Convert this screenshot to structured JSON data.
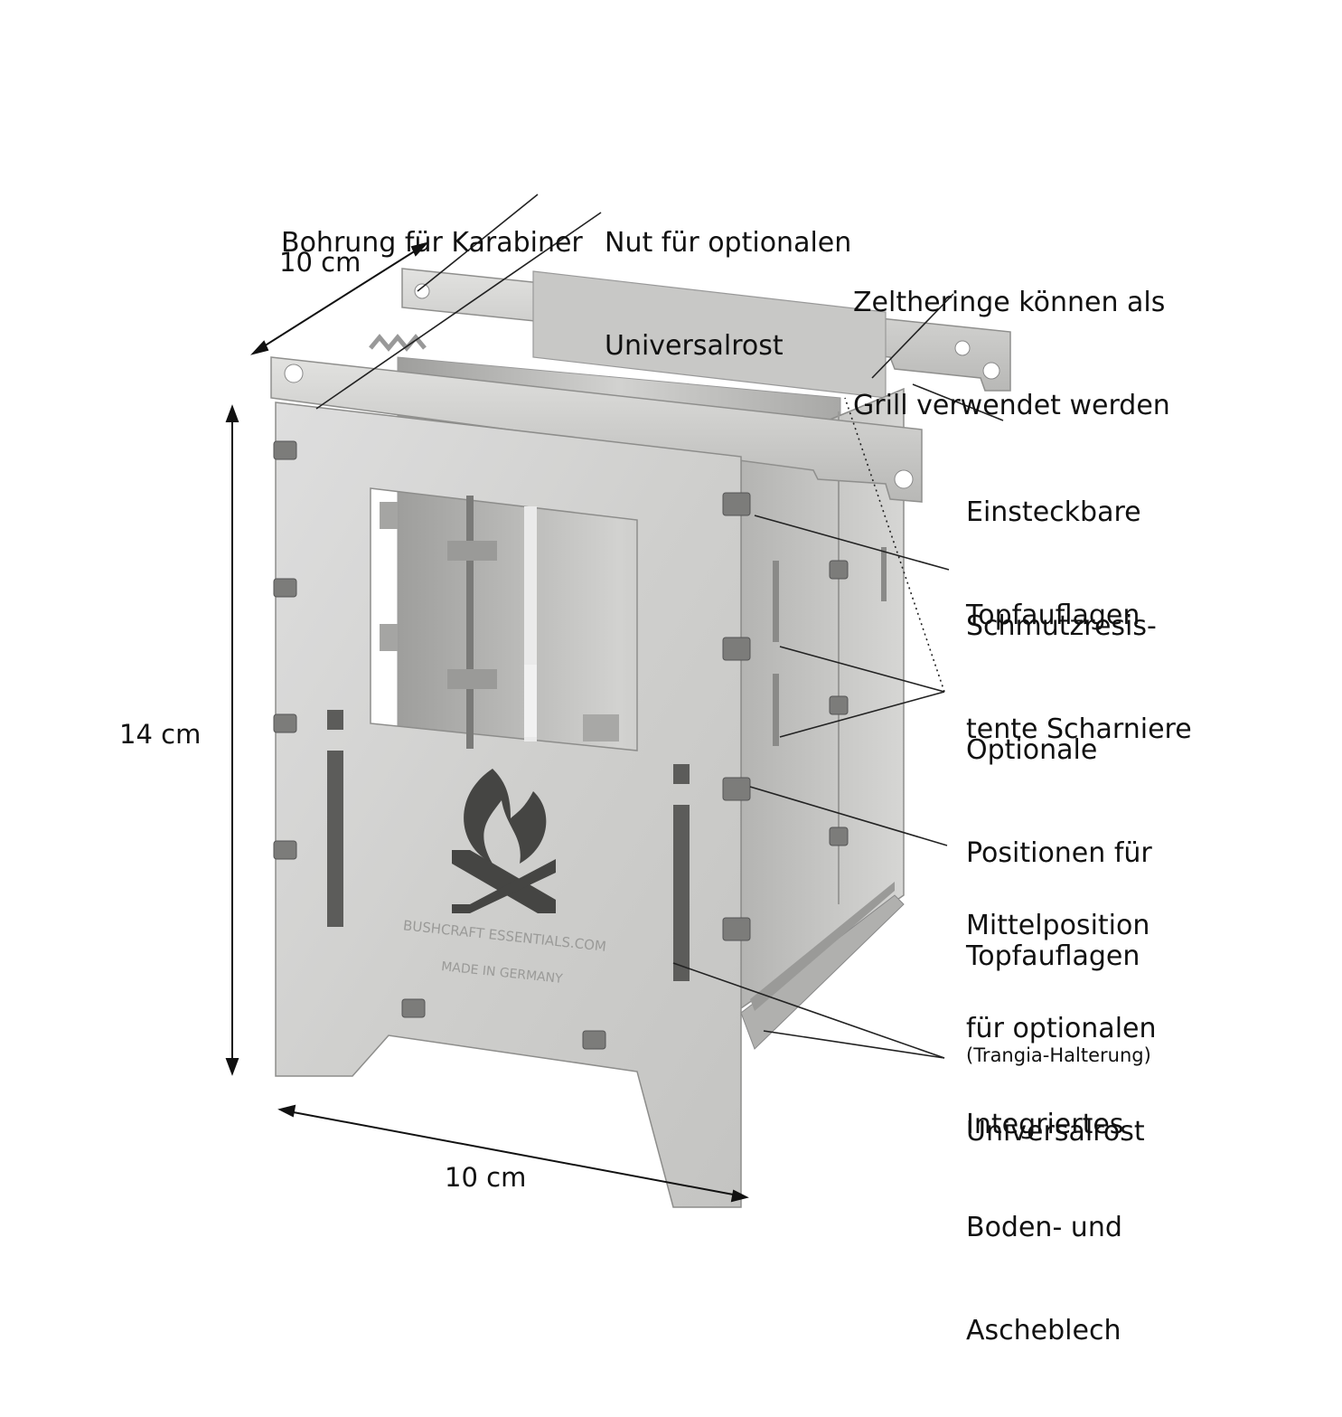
{
  "dimensions": {
    "depth": "10 cm",
    "height": "14 cm",
    "width": "10 cm"
  },
  "labels": {
    "carabiner_hole": [
      "Bohrung für Karabiner"
    ],
    "grate_groove": [
      "Nut für optionalen",
      "Universalrost"
    ],
    "tent_pegs": [
      "Zeltheringe können als",
      "Grill verwendet werden"
    ],
    "pot_supports": [
      "Einsteckbare",
      "Topfauflagen"
    ],
    "hinges": [
      "Schmutzresis-",
      "tente Scharniere"
    ],
    "optional_positions": [
      "Optionale",
      "Positionen für",
      "Topfauflagen"
    ],
    "optional_positions_note": "(Trangia-Halterung)",
    "middle_position": [
      "Mittelposition",
      "für optionalen",
      "Universalrost"
    ],
    "base_plate": [
      "Integriertes",
      "Boden- und",
      "Ascheblech"
    ]
  },
  "engraving": {
    "line1": "BUSHCRAFT ESSENTIALS.COM",
    "line2": "MADE IN GERMANY"
  },
  "colors": {
    "steel_light": "#d4d4d2",
    "steel_mid": "#bdbdbb",
    "steel_dark": "#9c9c9a",
    "leader": "#222222"
  }
}
